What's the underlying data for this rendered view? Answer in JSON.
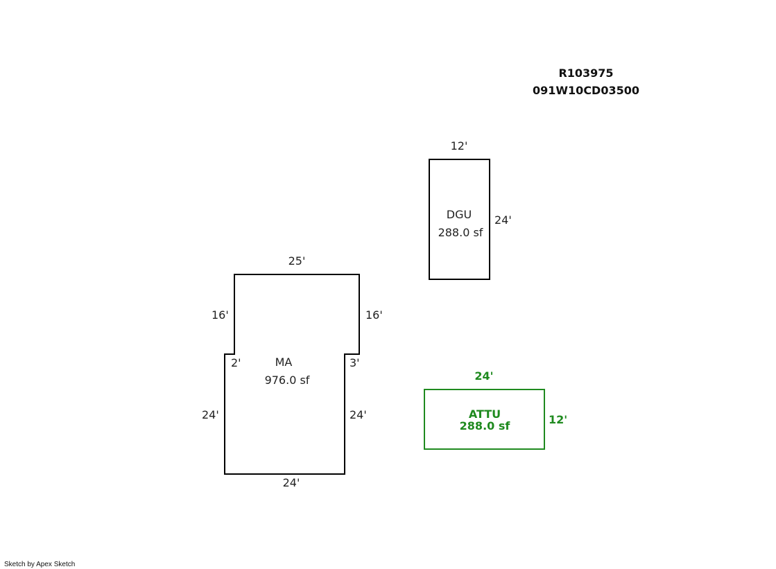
{
  "header": {
    "parcel_number": "R103975",
    "map_taxlot": "091W10CD03500"
  },
  "sketches": {
    "dgu": {
      "code": "DGU",
      "area": "288.0 sf",
      "dim_top": "12'",
      "dim_right": "24'"
    },
    "ma": {
      "code": "MA",
      "area": "976.0 sf",
      "dim_top": "25'",
      "dim_left_upper": "16'",
      "dim_right_upper": "16'",
      "dim_left_step": "2'",
      "dim_right_step": "3'",
      "dim_left_lower": "24'",
      "dim_right_lower": "24'",
      "dim_bottom": "24'"
    },
    "attu": {
      "code": "ATTU",
      "area": "288.0 sf",
      "dim_top": "24'",
      "dim_right": "12'"
    }
  },
  "colors": {
    "outline": "#000000",
    "attu": "#1f8a1f",
    "text": "#222222"
  },
  "footer": {
    "credit": "Sketch by Apex Sketch"
  }
}
